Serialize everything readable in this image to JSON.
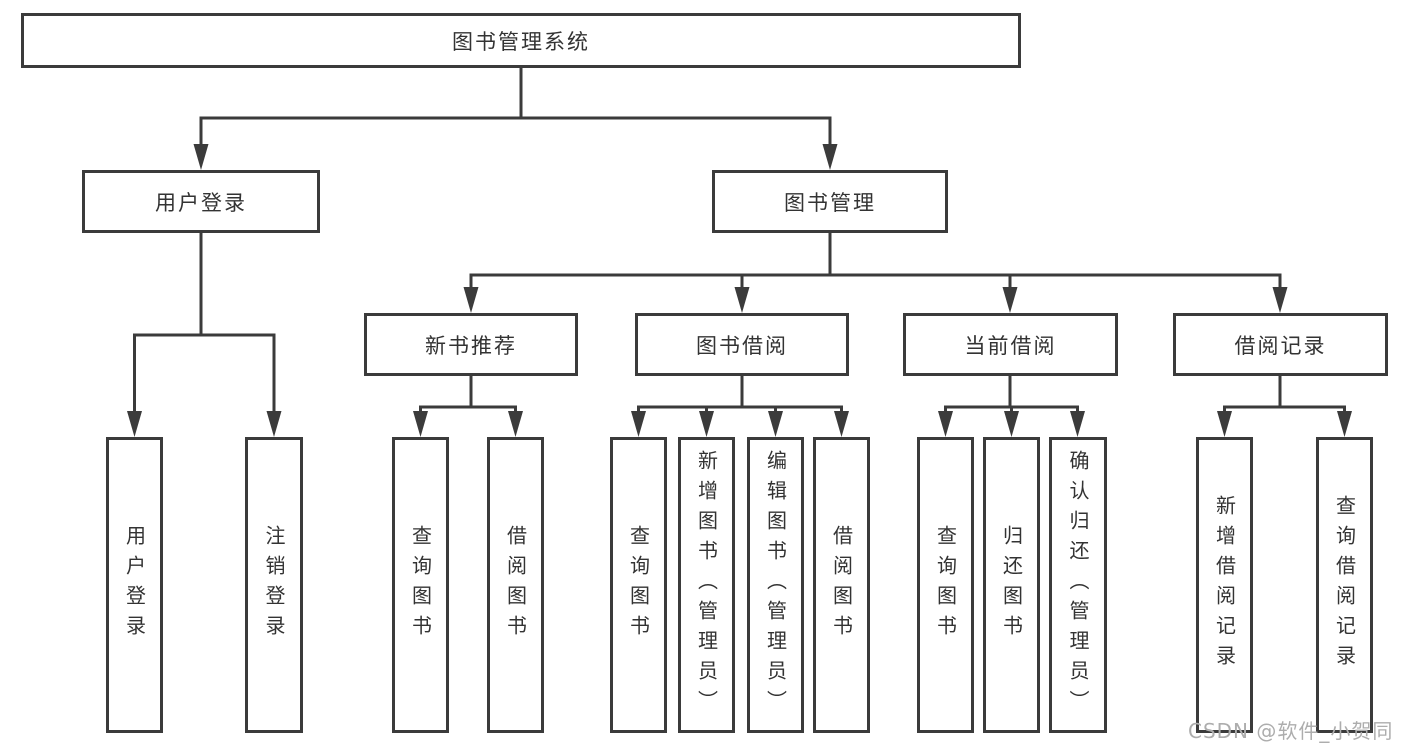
{
  "tree": {
    "label": "图书管理系统",
    "children": [
      {
        "label": "用户登录",
        "children": [
          {
            "label": "用户登录"
          },
          {
            "label": "注销登录"
          }
        ]
      },
      {
        "label": "图书管理",
        "children": [
          {
            "label": "新书推荐",
            "children": [
              {
                "label": "查询图书"
              },
              {
                "label": "借阅图书"
              }
            ]
          },
          {
            "label": "图书借阅",
            "children": [
              {
                "label": "查询图书"
              },
              {
                "label": "新增图书（管理员）"
              },
              {
                "label": "编辑图书（管理员）"
              },
              {
                "label": "借阅图书"
              }
            ]
          },
          {
            "label": "当前借阅",
            "children": [
              {
                "label": "查询图书"
              },
              {
                "label": "归还图书"
              },
              {
                "label": "确认归还（管理员）"
              }
            ]
          },
          {
            "label": "借阅记录",
            "children": [
              {
                "label": "新增借阅记录"
              },
              {
                "label": "查询借阅记录"
              }
            ]
          }
        ]
      }
    ]
  },
  "watermark": {
    "text": "CSDN @软件_小贺同学"
  },
  "colors": {
    "line": "#3b3b3b",
    "box_border": "#3b3b3b",
    "text": "#333333",
    "watermark": "#adadad",
    "background": "#ffffff"
  }
}
